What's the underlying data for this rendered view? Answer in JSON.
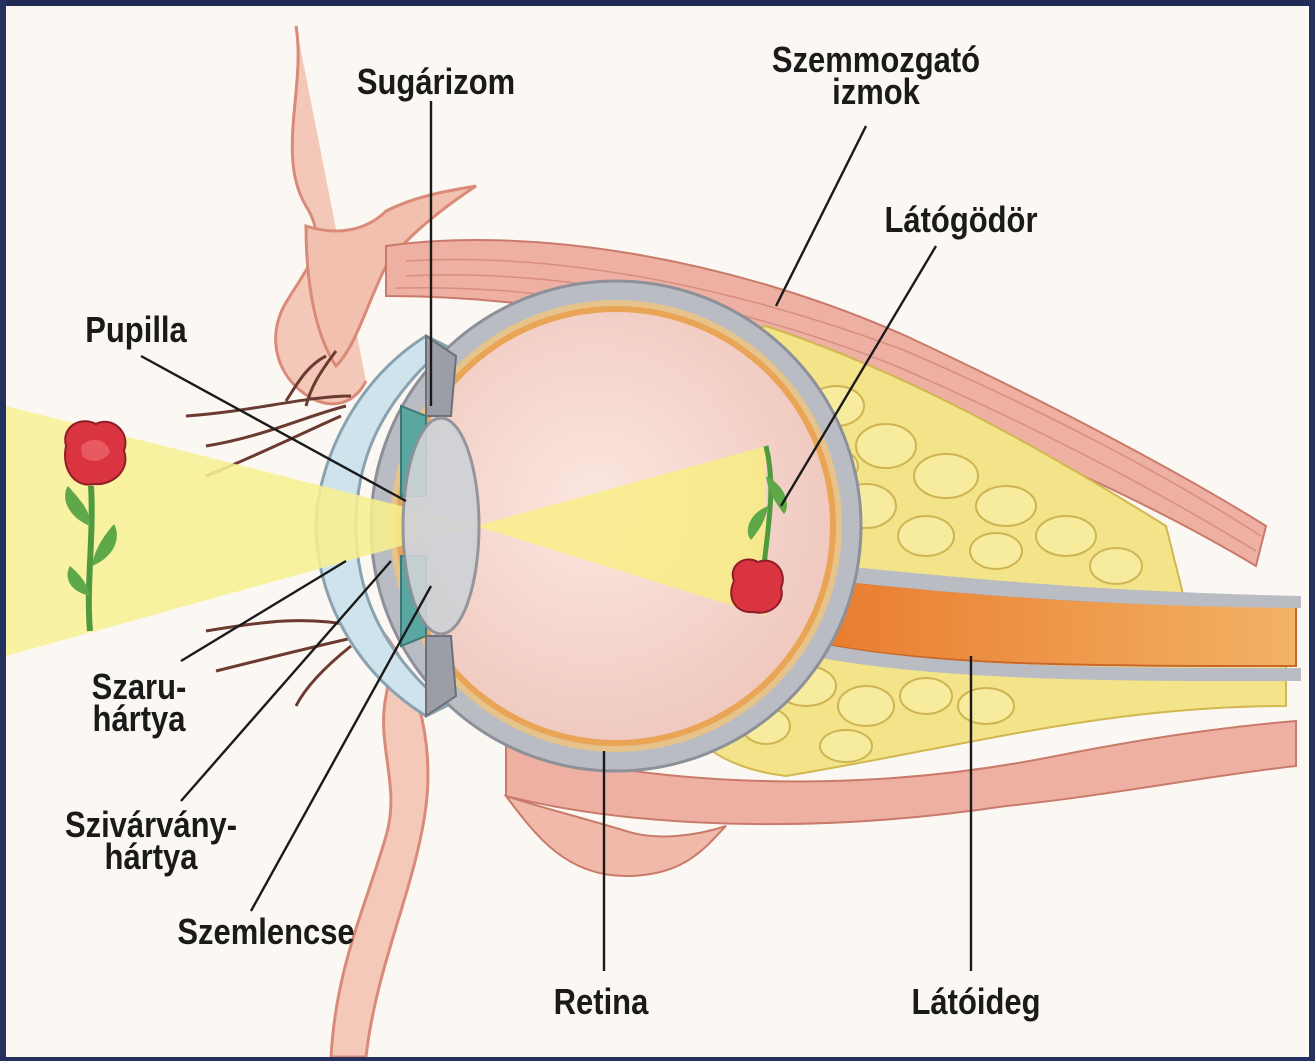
{
  "diagram": {
    "labels": {
      "sugarizom": "Sugárizom",
      "szemmozgato_line1": "Szemmozgató",
      "szemmozgato_line2": "izmok",
      "latogodor": "Látógödör",
      "pupilla": "Pupilla",
      "szaru_line1": "Szaru-",
      "szaru_line2": "hártya",
      "szivarvany_line1": "Szivárvány-",
      "szivarvany_line2": "hártya",
      "szemlencse": "Szemlencse",
      "retina": "Retina",
      "latoideg": "Látóideg"
    }
  },
  "colors": {
    "frame": "#24305e",
    "skin": "#f2c3b3",
    "muscle": "#e9a79a",
    "fat": "#f4e48a",
    "sclera": "#b9bcc3",
    "retina": "#e7a356",
    "nerve": "#ec9a4a",
    "light_beam": "#f7ef8c",
    "vitreous": "#f3d3cc",
    "rose": "#d9343f",
    "stem": "#4f9a3f"
  }
}
